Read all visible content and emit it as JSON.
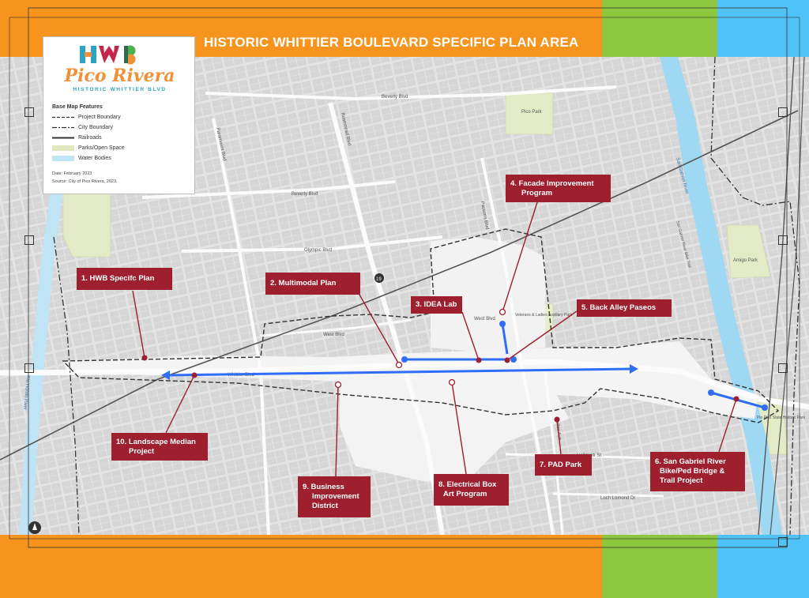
{
  "title": "HISTORIC WHITTIER BOULEVARD SPECIFIC PLAN AREA",
  "colors": {
    "orange": "#f7941d",
    "green": "#8dc63f",
    "blue": "#4fc3f7",
    "label_bg": "#9e1f2e",
    "route": "#2f6df6",
    "map_bg": "#e5e5e5"
  },
  "legend": {
    "logo_letters": "HWB",
    "brand": "Pico Rivera",
    "tagline": "HISTORIC WHITTIER BLVD",
    "heading": "Base Map Features",
    "items": [
      {
        "label": "Project Boundary",
        "symbol": "dashed-line"
      },
      {
        "label": "City Boundary",
        "symbol": "dash-dot-line"
      },
      {
        "label": "Railroads",
        "symbol": "solid-line"
      },
      {
        "label": "Parks/Open Space",
        "symbol": "green-fill"
      },
      {
        "label": "Water Bodies",
        "symbol": "blue-fill"
      }
    ],
    "date": "Date: February 2023",
    "source": "Source: City of Pico Rivera, 2023."
  },
  "projects": [
    {
      "lines": [
        "1. HWB Specifc Plan"
      ]
    },
    {
      "lines": [
        "2. Multimodal Plan"
      ]
    },
    {
      "lines": [
        "3. IDEA Lab"
      ]
    },
    {
      "lines": [
        "4. Facade Improvement",
        "Program"
      ]
    },
    {
      "lines": [
        "5. Back Alley Paseos"
      ]
    },
    {
      "lines": [
        "6. San Gabriel River",
        "Bike/Ped Bridge &",
        "Trail Project"
      ]
    },
    {
      "lines": [
        "7. PAD Park"
      ]
    },
    {
      "lines": [
        "8. Electrical Box",
        "Art Program"
      ]
    },
    {
      "lines": [
        "9. Business",
        "Improvement",
        "District"
      ]
    },
    {
      "lines": [
        "10. Landscape Median",
        "Project"
      ]
    }
  ],
  "map_labels": {
    "beverly1": "Beverly Blvd",
    "beverly2": "Beverly Blvd",
    "olympic": "Olympic Blvd",
    "west": "West Blvd",
    "west2": "West Blvd",
    "whittier": "Whittier Blvd",
    "rosemead": "Rosemead Blvd",
    "paramount": "Paramount Blvd",
    "rio_hondo": "Rio Hondo River",
    "sgr": "San Gabriel River",
    "sgr_trail": "San Gabriel River Bike Trail",
    "pico_park": "Pico Park",
    "amigo_park": "Amigo Park",
    "pio_pico": "Pio Pico State Historic Park",
    "veterans": "Veterans & Ladies Auxiliary Park",
    "hallmark": "Hallmark St",
    "durfee": "Durfee Ave",
    "passons": "Passons Blvd",
    "lochlomond": "Loch Lomond Dr",
    "route_19": "19"
  }
}
